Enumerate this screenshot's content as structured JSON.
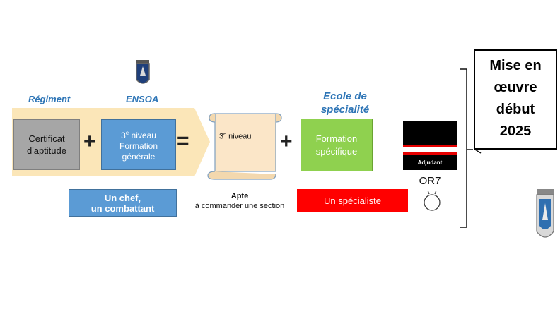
{
  "labels": {
    "regiment": "Régiment",
    "ensoa": "ENSOA",
    "ecole_line1": "Ecole de",
    "ecole_line2": "spécialité"
  },
  "boxes": {
    "certificat_line1": "Certificat",
    "certificat_line2": "d'aptitude",
    "niveau_sup": "e",
    "niveau_num": "3",
    "niveau_rest": " niveau",
    "formation_line": "Formation",
    "generale_line": "générale",
    "scroll_num": "3",
    "scroll_sup": "e",
    "scroll_rest": " niveau",
    "formation_spec_line1": "Formation",
    "formation_spec_line2": "spécifique"
  },
  "operators": {
    "plus1": "+",
    "equals": "=",
    "plus2": "+"
  },
  "outcomes": {
    "chef_line1": "Un chef,",
    "chef_line2": "un combattant",
    "apte_title": "Apte",
    "apte_sub": "à commander une section",
    "specialiste": "Un spécialiste"
  },
  "rank": {
    "badge_label": "Adjudant",
    "code": "OR7"
  },
  "callout": {
    "line1": "Mise en",
    "line2": "œuvre",
    "line3": "début",
    "line4": "2025"
  },
  "colors": {
    "accent_blue": "#5b9bd5",
    "title_blue": "#2e75b6",
    "green": "#8fd14f",
    "red": "#ff0000",
    "grey": "#a6a6a6",
    "band": "#fbe6b8"
  }
}
